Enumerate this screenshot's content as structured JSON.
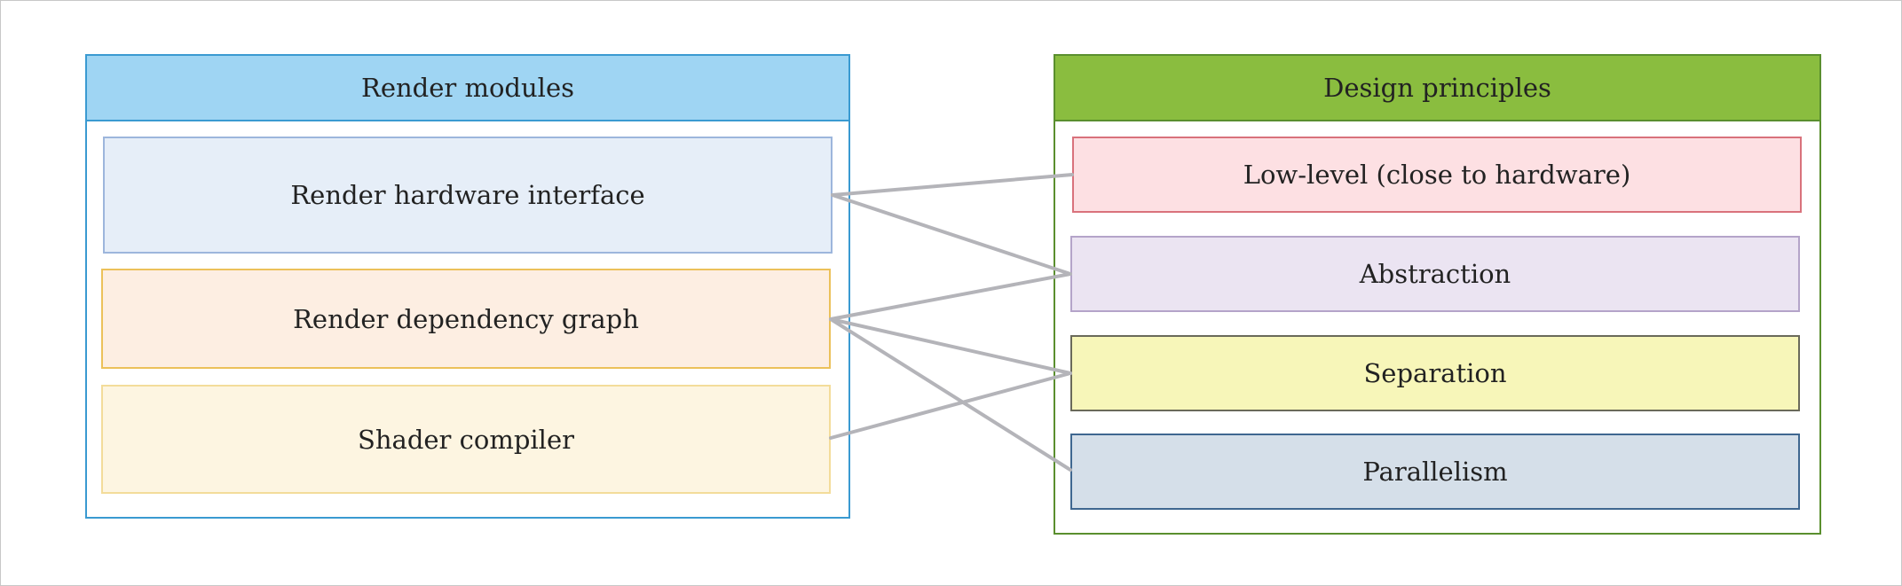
{
  "left_panel": {
    "title": "Render modules",
    "items": [
      {
        "id": "rhi",
        "label": "Render hardware interface"
      },
      {
        "id": "rdg",
        "label": "Render dependency graph"
      },
      {
        "id": "sc",
        "label": "Shader compiler"
      }
    ]
  },
  "right_panel": {
    "title": "Design principles",
    "items": [
      {
        "id": "low",
        "label": "Low-level (close to hardware)"
      },
      {
        "id": "abs",
        "label": "Abstraction"
      },
      {
        "id": "sep",
        "label": "Separation"
      },
      {
        "id": "par",
        "label": "Parallelism"
      }
    ]
  },
  "connections": [
    [
      "rhi",
      "low"
    ],
    [
      "rhi",
      "abs"
    ],
    [
      "rdg",
      "abs"
    ],
    [
      "rdg",
      "sep"
    ],
    [
      "rdg",
      "par"
    ],
    [
      "sc",
      "sep"
    ]
  ],
  "colors": {
    "left_header": "#9fd5f3",
    "left_border": "#3a9ad1",
    "right_header": "#8abd3f",
    "right_border": "#5a8f2e",
    "connector": "#b4b4b9"
  }
}
